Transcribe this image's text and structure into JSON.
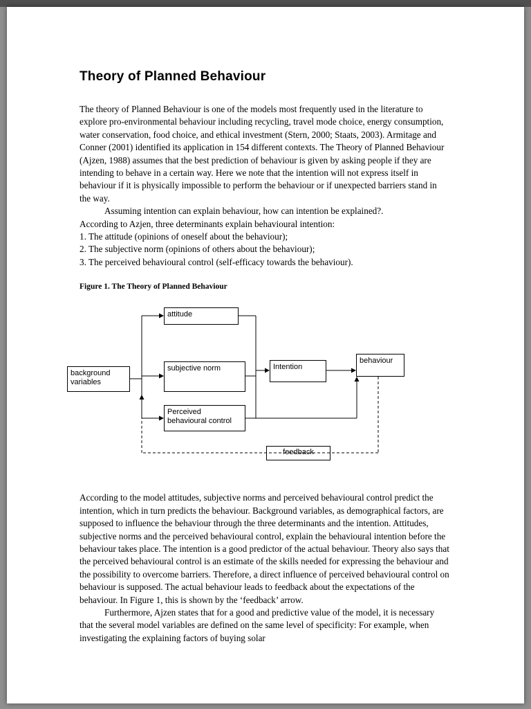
{
  "colors": {
    "viewer_bg": "#8f8f8f",
    "top_bar": "#4f4f4f",
    "page_bg": "#ffffff",
    "ink": "#000000"
  },
  "document": {
    "title": "Theory of Planned Behaviour",
    "paragraph1": "The theory of Planned Behaviour is one of the models most frequently used in the literature to explore pro-environmental behaviour including recycling, travel mode choice, energy consumption, water conservation, food choice, and ethical investment (Stern, 2000; Staats, 2003). Armitage and Conner (2001) identified its application in 154 different contexts. The Theory of Planned Behaviour (Ajzen, 1988) assumes that the best prediction of behaviour is given by asking people if they are intending to behave in a certain way. Here we note that the intention will not express itself in behaviour if it is physically impossible to perform the behaviour or if unexpected barriers stand in the way.",
    "paragraph2_line1": "Assuming intention can explain behaviour, how can intention be explained?.",
    "paragraph2_line2": "According to Azjen, three determinants explain behavioural intention:",
    "list": [
      "1. The attitude (opinions of oneself about the behaviour);",
      "2. The subjective norm (opinions of others about the behaviour);",
      "3. The perceived behavioural control (self-efficacy towards the behaviour)."
    ],
    "figure_caption": "Figure 1. The Theory of Planned Behaviour",
    "paragraph3": "According to the model attitudes, subjective norms and perceived behavioural control predict the intention, which in turn predicts the behaviour. Background variables, as demographical factors, are supposed to influence the behaviour through the three determinants and the intention. Attitudes, subjective norms and the perceived behavioural control, explain the behavioural intention before the behaviour takes place. The intention is a good predictor of the actual behaviour. Theory also says that the perceived behavioural control is an estimate of the skills needed for expressing the behaviour and the possibility to overcome barriers. Therefore, a direct influence of perceived behavioural control on behaviour is supposed. The actual behaviour leads to feedback about the expectations of the behaviour. In Figure 1, this is shown by the ‘feedback’ arrow.",
    "paragraph4": "Furthermore, Ajzen states that for a good and predictive value of the model, it is necessary that the several model variables are defined on the same level of specificity: For example, when investigating the explaining factors of buying solar"
  },
  "diagram": {
    "boxes": {
      "attitude": "attitude",
      "subjective_norm": "subjective norm",
      "perceived_control": "Perceived behavioural control",
      "background_variables": "background variables",
      "intention": "Intention",
      "behaviour": "behaviour",
      "feedback": "feedback"
    }
  }
}
